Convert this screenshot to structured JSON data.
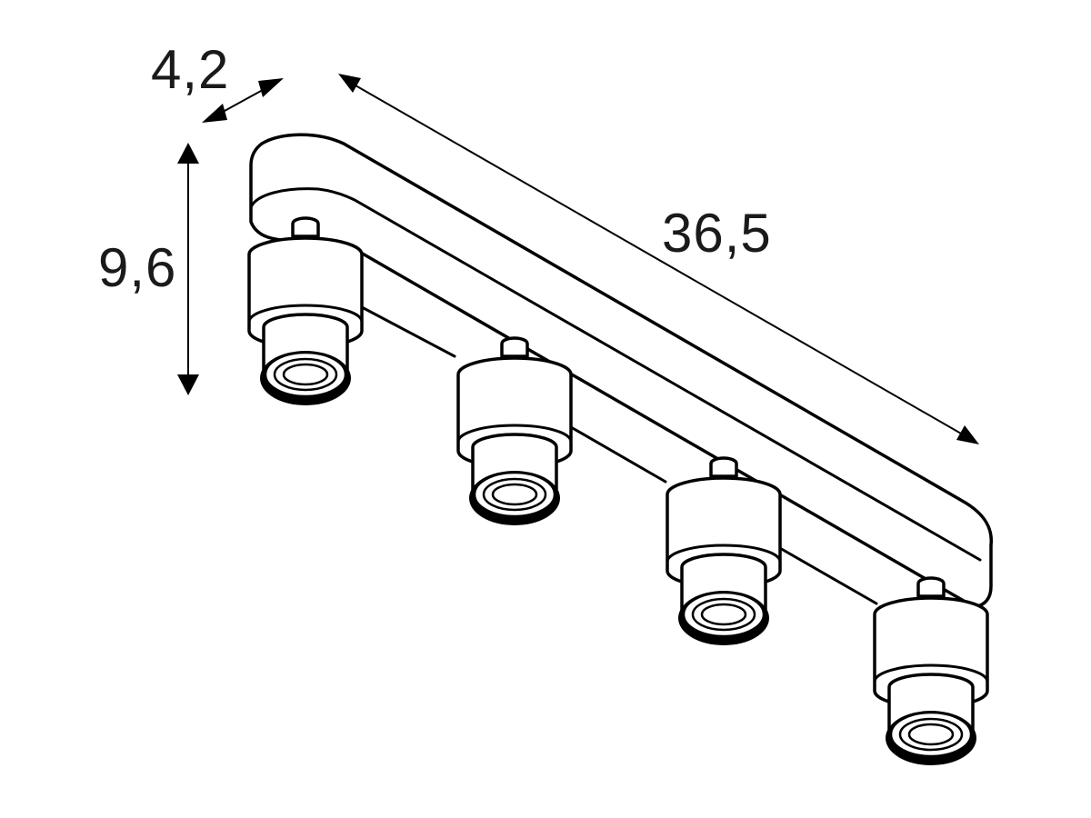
{
  "dimensions": {
    "depth_label": "4,2",
    "height_label": "9,6",
    "length_label": "36,5"
  },
  "spotlights": [
    {
      "name": "spotlight-1"
    },
    {
      "name": "spotlight-2"
    },
    {
      "name": "spotlight-3"
    },
    {
      "name": "spotlight-4"
    }
  ],
  "colors": {
    "line": "#000000",
    "background": "#ffffff",
    "label": "#1a1a1a"
  }
}
